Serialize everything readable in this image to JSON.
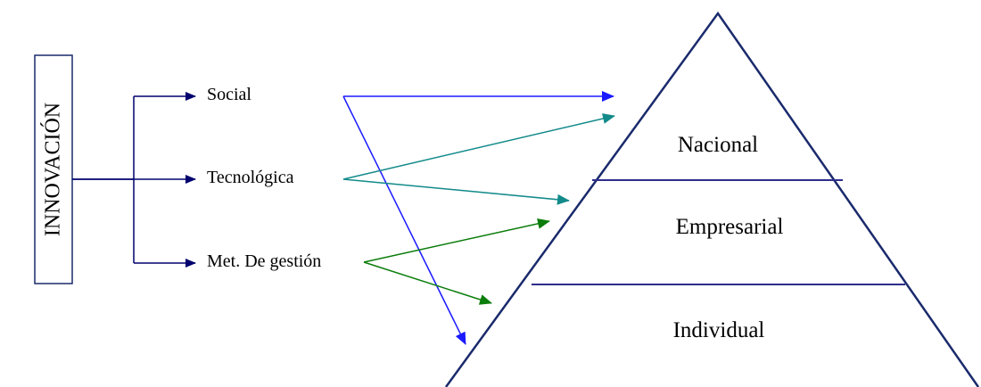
{
  "main": {
    "label": "INNOVACIÓN"
  },
  "branches": [
    {
      "label": "Social"
    },
    {
      "label": "Tecnológica"
    },
    {
      "label": "Met. De gestión"
    }
  ],
  "levels": [
    {
      "label": "Nacional"
    },
    {
      "label": "Empresarial"
    },
    {
      "label": "Individual"
    }
  ],
  "colors": {
    "frame": "#1a2a6c",
    "tree_arrows": "#00006e",
    "social": "#1a1aff",
    "tecnologica": "#138a8a",
    "gestion": "#0b7d0b",
    "divider": "#2d2d8c",
    "text": "#000000"
  }
}
